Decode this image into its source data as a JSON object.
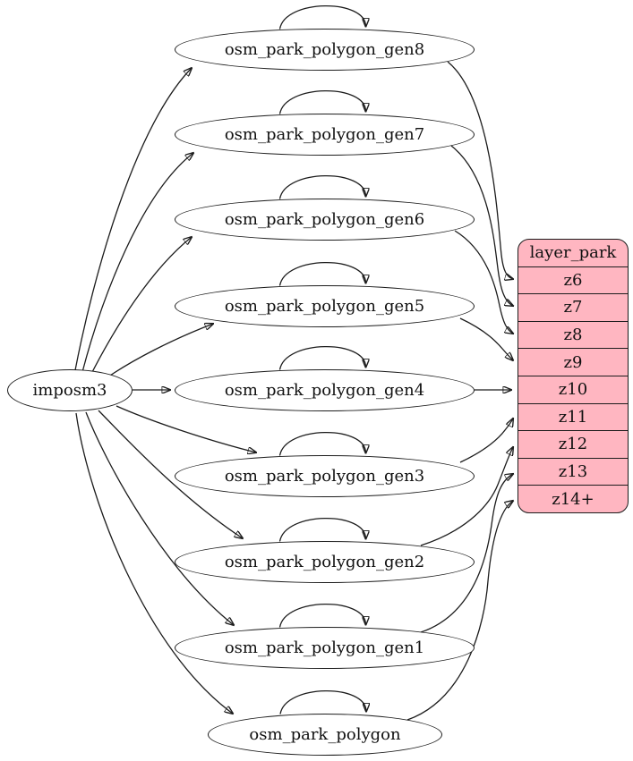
{
  "diagram": {
    "source": {
      "label": "imposm3"
    },
    "tables": [
      {
        "label": "osm_park_polygon_gen8",
        "self_loop": true,
        "feeds_zoom": "z6"
      },
      {
        "label": "osm_park_polygon_gen7",
        "self_loop": true,
        "feeds_zoom": "z7"
      },
      {
        "label": "osm_park_polygon_gen6",
        "self_loop": true,
        "feeds_zoom": "z8"
      },
      {
        "label": "osm_park_polygon_gen5",
        "self_loop": true,
        "feeds_zoom": "z9"
      },
      {
        "label": "osm_park_polygon_gen4",
        "self_loop": true,
        "feeds_zoom": "z10"
      },
      {
        "label": "osm_park_polygon_gen3",
        "self_loop": true,
        "feeds_zoom": "z11"
      },
      {
        "label": "osm_park_polygon_gen2",
        "self_loop": true,
        "feeds_zoom": "z12"
      },
      {
        "label": "osm_park_polygon_gen1",
        "self_loop": true,
        "feeds_zoom": "z13"
      },
      {
        "label": "osm_park_polygon",
        "self_loop": true,
        "feeds_zoom": "z14+"
      }
    ],
    "layer": {
      "title": "layer_park",
      "rows": [
        "z6",
        "z7",
        "z8",
        "z9",
        "z10",
        "z11",
        "z12",
        "z13",
        "z14+"
      ]
    },
    "edges": {
      "from_source": [
        "osm_park_polygon_gen8",
        "osm_park_polygon_gen7",
        "osm_park_polygon_gen6",
        "osm_park_polygon_gen5",
        "osm_park_polygon_gen4",
        "osm_park_polygon_gen3",
        "osm_park_polygon_gen2",
        "osm_park_polygon_gen1",
        "osm_park_polygon"
      ],
      "to_layer_rows": [
        "z6",
        "z7",
        "z8",
        "z9",
        "z10",
        "z11",
        "z12",
        "z13",
        "z14+"
      ]
    },
    "colors": {
      "layer_fill": "#ffb6c1",
      "node_fill": "#ffffff",
      "stroke": "#1c1c1c",
      "background": "#ffffff"
    }
  }
}
